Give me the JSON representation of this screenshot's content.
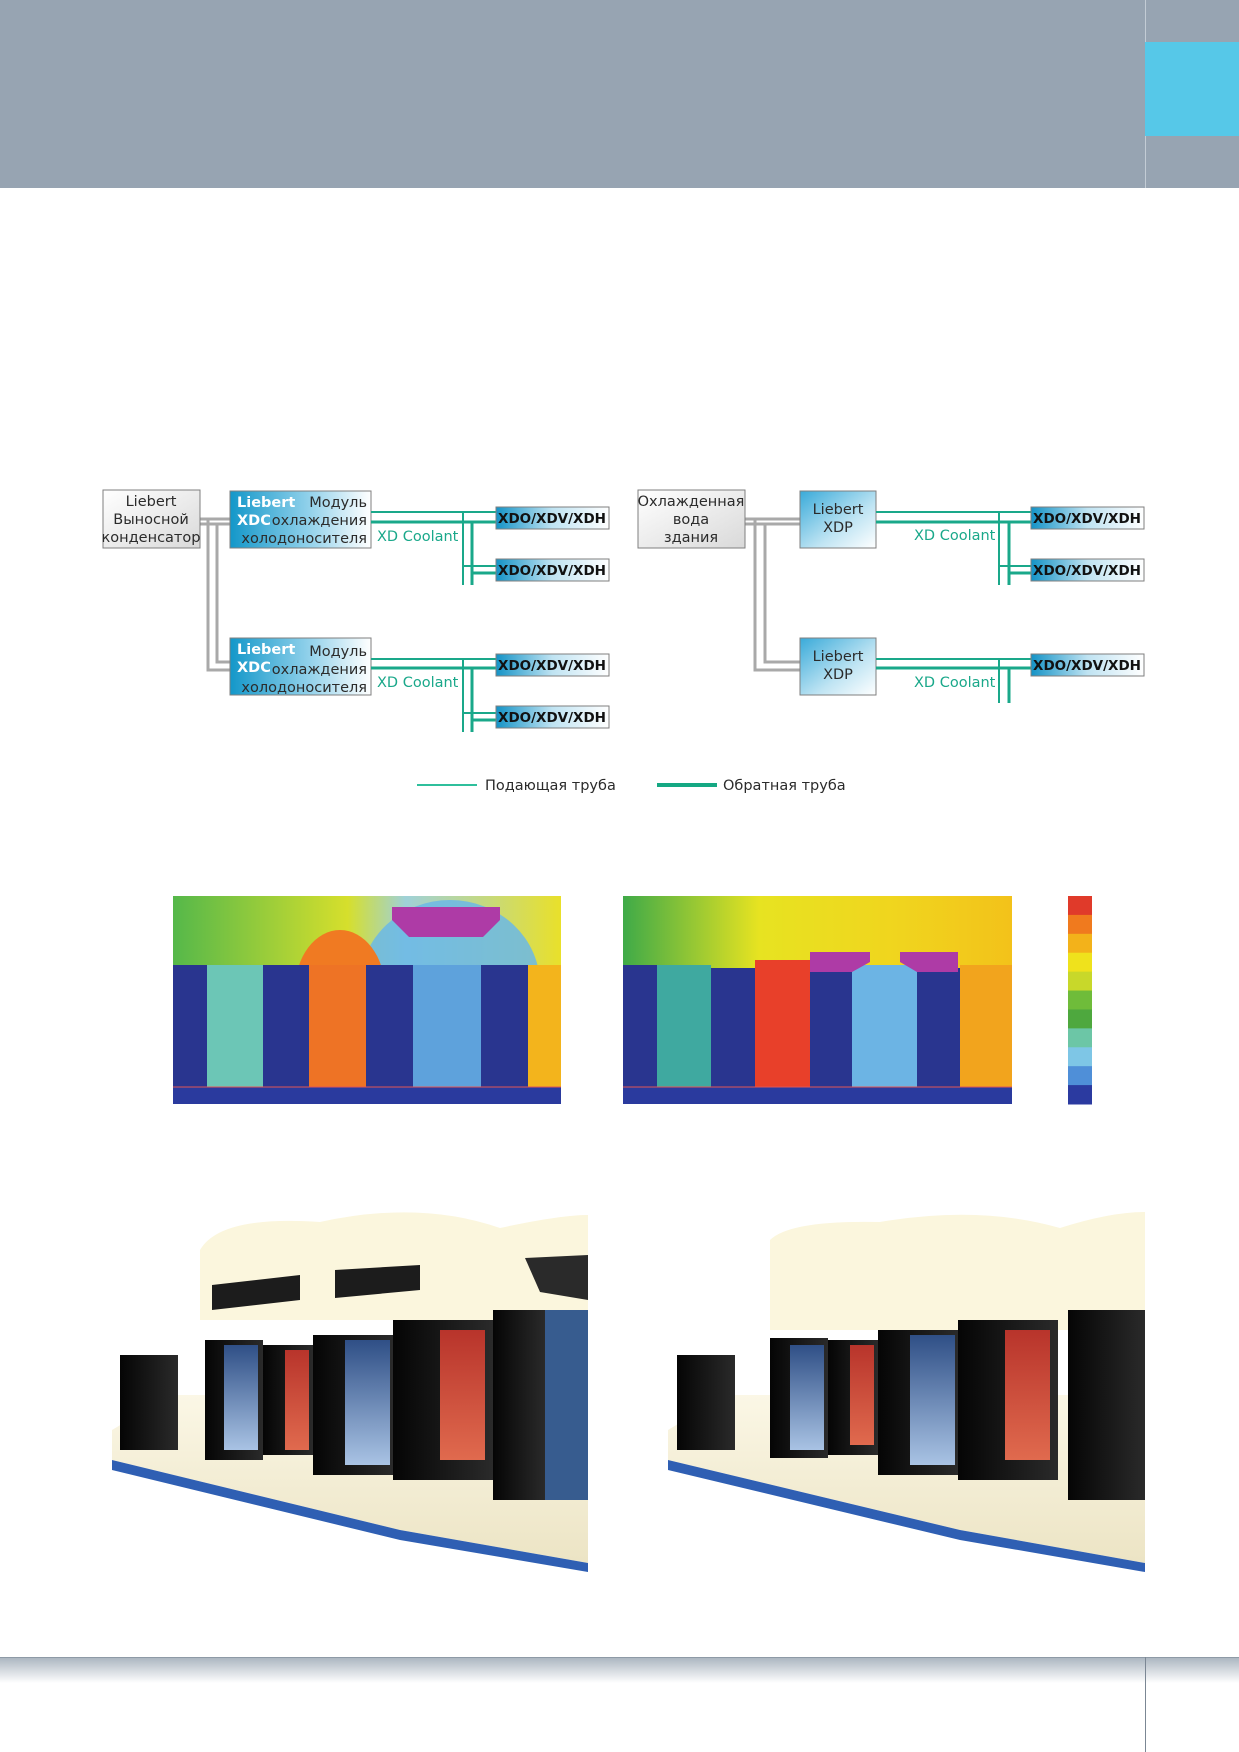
{
  "colors": {
    "header": "#97a4b2",
    "accent_tab": "#56c8e8",
    "supply_pipe": "#2fbf9c",
    "return_pipe": "#15a883",
    "building_pipe": "#a9a9a9"
  },
  "left_diagram": {
    "condenser": [
      "Liebert",
      "Выносной",
      "конденсатор"
    ],
    "modules": [
      {
        "brand": [
          "Liebert",
          "XDC"
        ],
        "desc": [
          "Модуль",
          "охлаждения",
          "холодоносителя"
        ],
        "coolant": "XD Coolant",
        "units": [
          "XDO/XDV/XDH",
          "XDO/XDV/XDH"
        ]
      },
      {
        "brand": [
          "Liebert",
          "XDC"
        ],
        "desc": [
          "Модуль",
          "охлаждения",
          "холодоносителя"
        ],
        "coolant": "XD Coolant",
        "units": [
          "XDO/XDV/XDH",
          "XDO/XDV/XDH"
        ]
      }
    ]
  },
  "right_diagram": {
    "source": [
      "Охлажденная",
      "вода",
      "здания"
    ],
    "modules": [
      {
        "brand": [
          "Liebert",
          "XDP"
        ],
        "coolant": "XD Coolant",
        "units": [
          "XDO/XDV/XDH",
          "XDO/XDV/XDH"
        ]
      },
      {
        "brand": [
          "Liebert",
          "XDP"
        ],
        "coolant": "XD Coolant",
        "units": [
          "XDO/XDV/XDH"
        ]
      }
    ]
  },
  "legend": {
    "supply": "Подающая труба",
    "return": "Обратная труба"
  },
  "thermal_scale_colors": [
    "#e03a2a",
    "#f07a1e",
    "#f3b21a",
    "#efe21c",
    "#c8d82a",
    "#6fbc3a",
    "#4ea83e",
    "#6cc6a6",
    "#7ec6e6",
    "#4f8fd8",
    "#2b3aa0"
  ]
}
